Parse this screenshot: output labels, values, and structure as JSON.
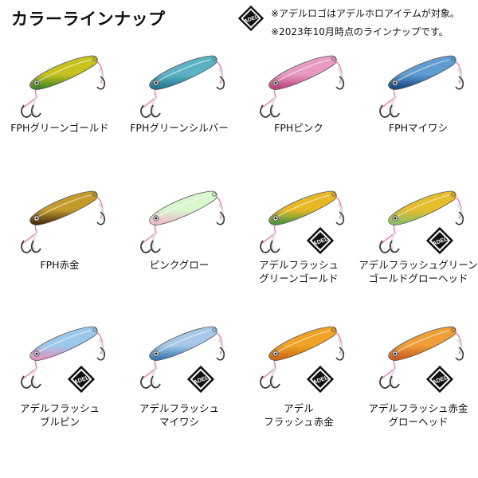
{
  "header": {
    "title": "カラーラインナップ",
    "note_1": "※アデルロゴはアデルホロアイテムが対象。",
    "note_2": "※2023年10月時点のラインナップです。",
    "logo_text": "ADEL"
  },
  "lineup": [
    {
      "name_line1": "FPHグリーンゴールド",
      "name_line2": "",
      "body": "#c7c21d",
      "belly": "#2f7e2a",
      "badge": false
    },
    {
      "name_line1": "FPHグリーンシルバー",
      "name_line2": "",
      "body": "#5cb2c4",
      "belly": "#1b6f86",
      "badge": false
    },
    {
      "name_line1": "FPHピンク",
      "name_line2": "",
      "body": "#e79bc1",
      "belly": "#b73b77",
      "badge": false
    },
    {
      "name_line1": "FPHマイワシ",
      "name_line2": "",
      "body": "#5f9cd0",
      "belly": "#123e79",
      "badge": false
    },
    {
      "name_line1": "FPH赤金",
      "name_line2": "",
      "body": "#c49a2c",
      "belly": "#3d240d",
      "badge": false
    },
    {
      "name_line1": "ピンクグロー",
      "name_line2": "",
      "body": "#d7f7cd",
      "belly": "#f3b1c8",
      "badge": false
    },
    {
      "name_line1": "アデルフラッシュ",
      "name_line2": "グリーンゴールド",
      "body": "#e6b826",
      "belly": "#3b8e43",
      "badge": true
    },
    {
      "name_line1": "アデルフラッシュグリーン",
      "name_line2": "ゴールドグローヘッド",
      "body": "#e5bc2c",
      "belly": "#7fbf6e",
      "badge": true
    },
    {
      "name_line1": "アデルフラッシュ",
      "name_line2": "ブルピン",
      "body": "#9cc8ec",
      "belly": "#e78db9",
      "badge": true
    },
    {
      "name_line1": "アデルフラッシュ",
      "name_line2": "マイワシ",
      "body": "#a7c9e9",
      "belly": "#2e6fa9",
      "badge": true
    },
    {
      "name_line1": "アデル",
      "name_line2": "フラッシュ赤金",
      "body": "#f0a325",
      "belly": "#c66212",
      "badge": true
    },
    {
      "name_line1": "アデルフラッシュ赤金",
      "name_line2": "グローヘッド",
      "body": "#ee9f35",
      "belly": "#c45522",
      "badge": true
    }
  ],
  "colors": {
    "hook": "#3a3a3a",
    "assist_line_pink": "#e88ab3",
    "assist_fiber": "#dcdcdc"
  }
}
